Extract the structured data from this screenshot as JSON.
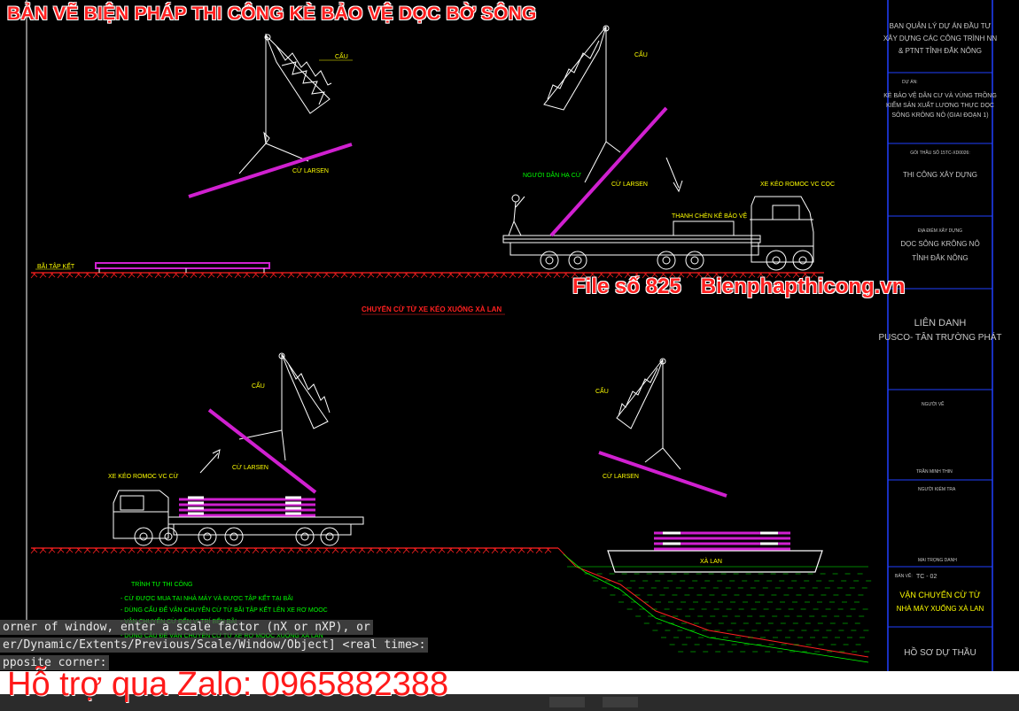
{
  "header": {
    "title": "BẢN VẼ BIỆN PHÁP THI CÔNG KÈ BẢO VỆ DỌC BỜ SÔNG",
    "file_no": "File số 825",
    "site": "Bienphapthicong.vn"
  },
  "drawing": {
    "section_title": "CHUYỂN CỪ TỪ XE KÉO XUỐNG XÀ LAN",
    "labels": {
      "crane": "CẨU",
      "sheet_pile": "CỪ LARSEN",
      "yard": "BÃI TẬP KẾT",
      "guide": "NGƯỜI DẪN HẠ CỪ",
      "truck": "XE KÉO ROMOC VC CỌC",
      "truck2": "XE KÉO ROMOC VC CỪ",
      "pad": "THANH CHÈN KÊ BẢO VỆ",
      "barge": "XÀ LAN"
    },
    "procedure": {
      "title": "TRÌNH TỰ THI CÔNG",
      "steps": [
        "- CỪ ĐƯỢC MUA TẠI NHÀ MÁY VÀ ĐƯỢC TẬP KẾT TẠI BÃI",
        "- DÙNG CẨU ĐỂ VẬN CHUYỂN CỪ TỪ BÃI TẬP KẾT LÊN XE RƠ MOOC",
        "- VẬN CHUYỂN CỪ ĐẾN VỊ TRÍ BẾN BÃI",
        "- DÙNG CẨU ĐỂ VẬN CHUYỂN CỪ TỪ XE RƠ MOOC XUỐNG XÀ LAN"
      ]
    }
  },
  "title_block": {
    "owner": [
      "BAN QUẢN LÝ DỰ ÁN ĐẦU TƯ",
      "XÂY DỰNG CÁC CÔNG TRÌNH NN",
      "& PTNT TỈNH ĐẮK NÔNG"
    ],
    "project_label": "DỰ ÁN:",
    "project": [
      "KÈ BẢO VỆ DÂN CƯ VÀ VÙNG TRỒNG",
      "KIỂM SẢN XUẤT LƯƠNG THỰC DỌC",
      "SÔNG KRÔNG NÔ (GIAI ĐOẠN 1)"
    ],
    "package_label": "GÓI THẦU SỐ 15TC-XD0026:",
    "package": "THI CÔNG XÂY DỰNG",
    "location_label": "ĐỊA ĐIỂM XÂY DỰNG",
    "location": [
      "DỌC SÔNG KRÔNG NÔ",
      "TỈNH ĐẮK NÔNG"
    ],
    "contractor": [
      "LIÊN DANH",
      "PUSCO- TÂN TRƯỜNG PHÁT"
    ],
    "role1": "NGƯỜI VẼ",
    "name1": "TRẦN MINH THIN",
    "role2": "NGƯỜI KIỂM TRA",
    "name2": "MAI TRỌNG DANH",
    "sheet_label": "BẢN VẼ:",
    "sheet_no": "TC - 02",
    "sheet_title": [
      "VẬN CHUYỂN CỪ TỪ",
      "NHÀ MÁY XUỐNG XÀ LAN"
    ],
    "footer": "HỒ SƠ DỰ THẦU"
  },
  "command_line": {
    "line1": "orner of window, enter a scale factor (nX or nXP), or",
    "line2": "er/Dynamic/Extents/Previous/Scale/Window/Object] <real time>:",
    "line3": "pposite corner:"
  },
  "footer": {
    "zalo": "Hỗ trợ qua Zalo: 0965882388"
  },
  "colors": {
    "magenta": "#d020d0",
    "ground": "#ff2020",
    "green": "#00ff00",
    "yellow": "#ffff00",
    "white": "#ffffff",
    "tb_border": "#2040ff"
  }
}
